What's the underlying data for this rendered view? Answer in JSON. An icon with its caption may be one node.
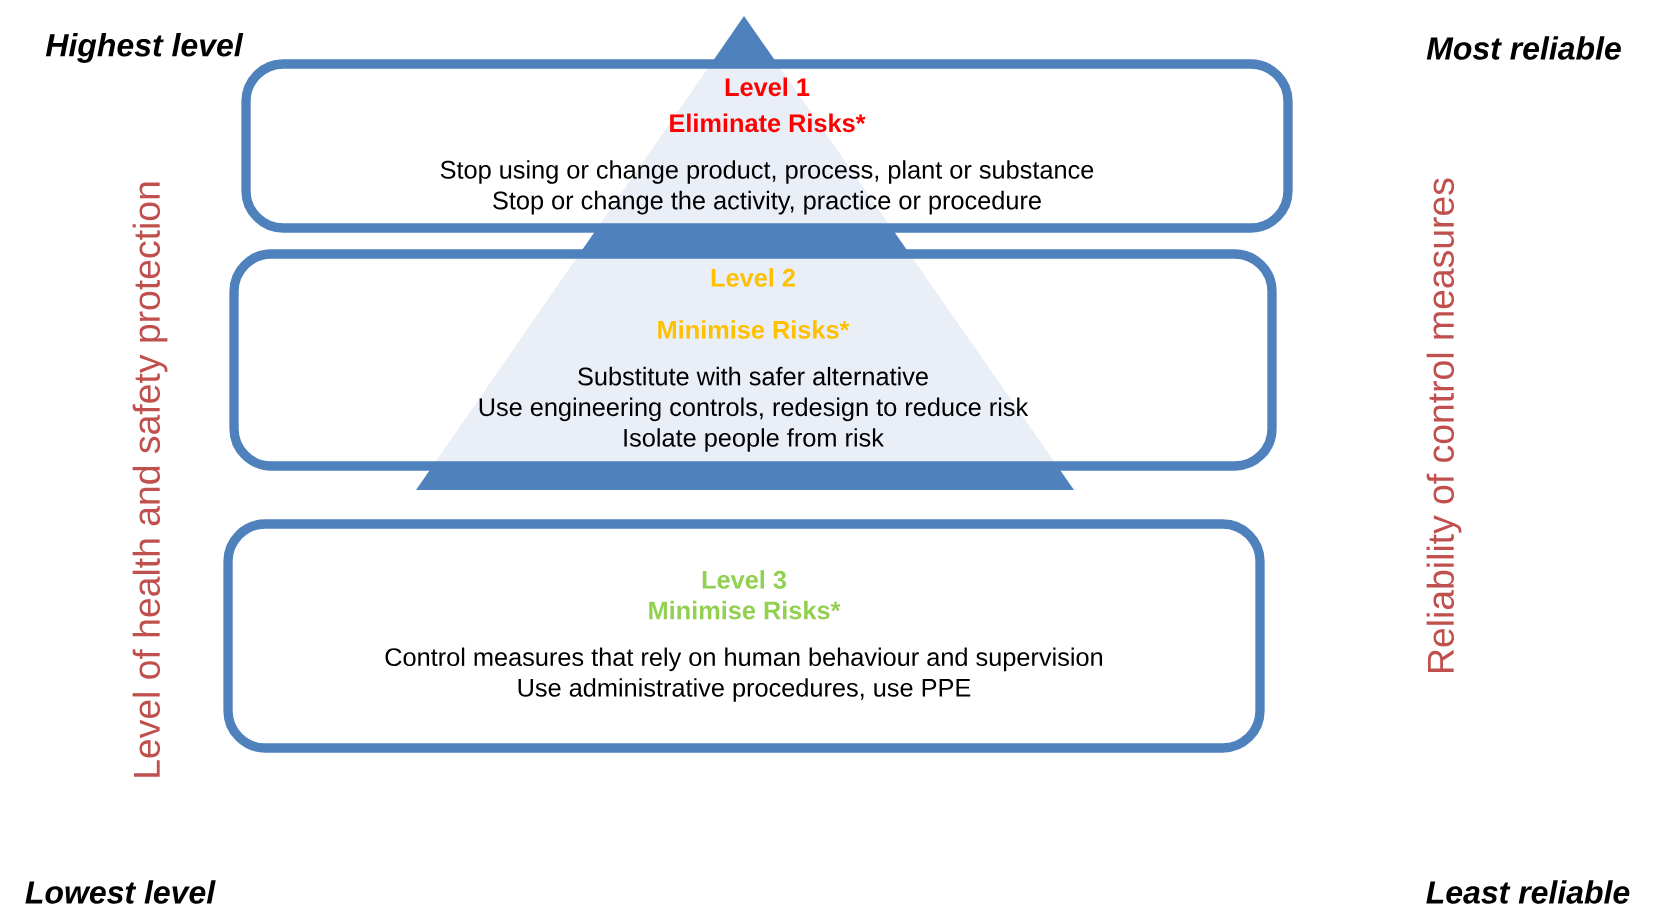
{
  "diagram": {
    "nodes": [
      {
        "text": [
          "Level 1",
          "Eliminate Risks*",
          "Stop using or change product, process, plant or substance",
          "Stop or change the activity, practice or procedure"
        ]
      },
      {
        "text": [
          "Level 2",
          "Minimise Risks*",
          "Substitute with safer alternative",
          "Use engineering controls, redesign to reduce risk",
          "Isolate people from risk"
        ]
      },
      {
        "text": [
          "Level 3",
          "Minimise Risks*",
          "Control measures that rely on human behaviour and supervision",
          "Use administrative procedures, use PPE"
        ]
      }
    ],
    "labels": [
      "Highest level",
      "Most reliable",
      "Level of health and safety protection",
      "Reliability of control measures",
      "Lowest level",
      "Least reliable"
    ]
  }
}
